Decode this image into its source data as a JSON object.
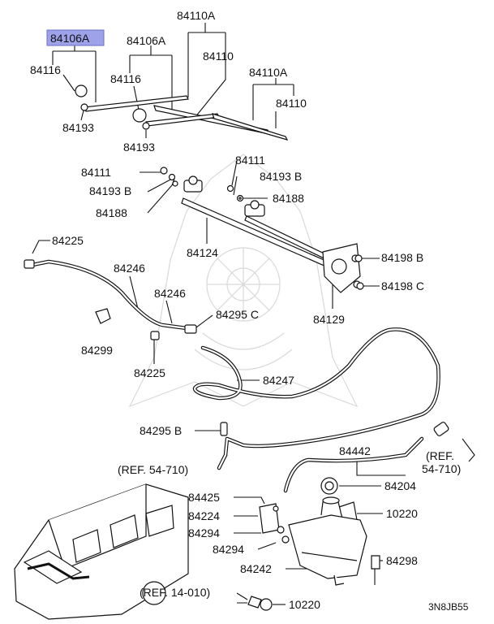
{
  "diagram": {
    "highlight_color": "#9ea2e8",
    "callouts": {
      "p84106A_hl": "84106A",
      "p84116_l": "84116",
      "p84193_l": "84193",
      "p84106A_r": "84106A",
      "p84116_r": "84116",
      "p84193_r": "84193",
      "p84110A_top": "84110A",
      "p84110_top": "84110",
      "p84110A_right": "84110A",
      "p84110_right": "84110",
      "p84111_l": "84111",
      "p84193B_l": "84193 B",
      "p84188_l": "84188",
      "p84111_r": "84111",
      "p84193B_r": "84193 B",
      "p84188_r": "84188",
      "p84124": "84124",
      "p84198B": "84198 B",
      "p84198C": "84198 C",
      "p84129": "84129",
      "p84225_top": "84225",
      "p84246_a": "84246",
      "p84246_b": "84246",
      "p84299": "84299",
      "p84295C": "84295 C",
      "p84225_b": "84225",
      "p84247": "84247",
      "p84295B": "84295 B",
      "ref_54710_l": "(REF. 54-710)",
      "p84442": "84442",
      "ref_54710_r1": "(REF.",
      "ref_54710_r2": "54-710)",
      "p84204": "84204",
      "p84425": "84425",
      "p84224": "84224",
      "p10220_a": "10220",
      "p84294_a": "84294",
      "p84294_b": "84294",
      "p84298": "84298",
      "p84242": "84242",
      "ref_14010": "(REF. 14-010)",
      "p10220_b": "10220",
      "code": "3N8JB55"
    }
  }
}
